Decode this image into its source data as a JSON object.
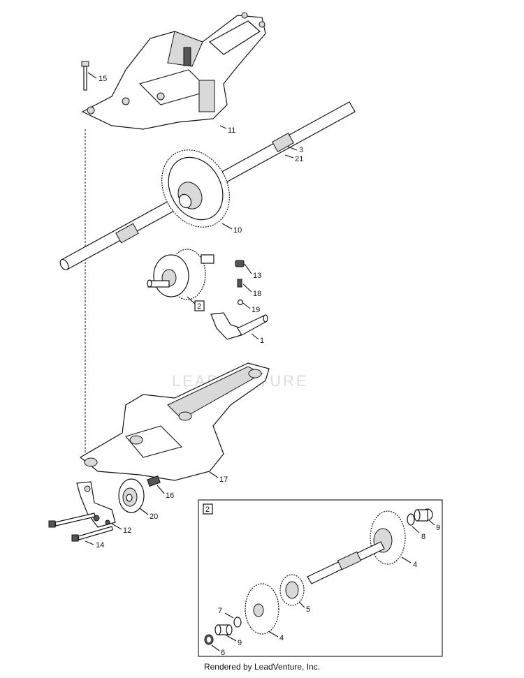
{
  "watermark": "LEADVENTURE",
  "footer": "Rendered by LeadVenture, Inc.",
  "callouts": {
    "c15": "15",
    "c11": "11",
    "c3": "3",
    "c21": "21",
    "c10": "10",
    "c13": "13",
    "c18": "18",
    "c19": "19",
    "c1": "1",
    "c2box": "2",
    "c17": "17",
    "c16": "16",
    "c20": "20",
    "c12": "12",
    "c14": "14"
  },
  "inset": {
    "box_label": "2",
    "c9a": "9",
    "c8": "8",
    "c4a": "4",
    "c5": "5",
    "c7": "7",
    "c9b": "9",
    "c4b": "4",
    "c6": "6"
  }
}
